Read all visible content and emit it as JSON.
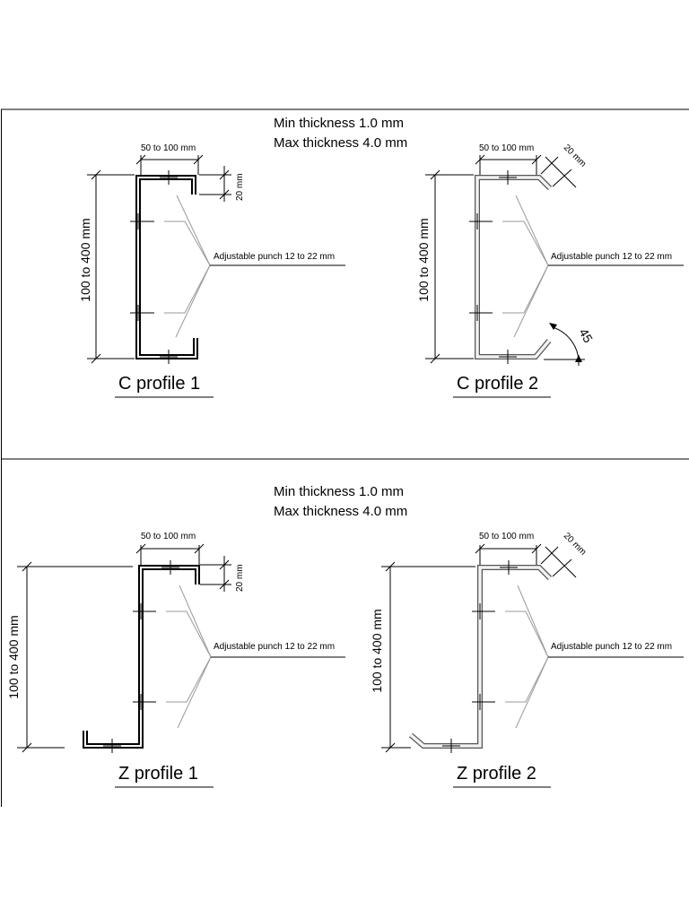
{
  "panels": [
    {
      "heading_line1": "Min thickness 1.0 mm",
      "heading_line2": "Max thickness 4.0 mm",
      "profiles": [
        {
          "label": "C profile 1",
          "flange_dim": "50 to 100 mm",
          "lip_dim": "20  mm",
          "height_dim": "100 to 400 mm",
          "punch_note": "Adjustable punch 12 to 22 mm"
        },
        {
          "label": "C profile 2",
          "flange_dim": "50 to 100 mm",
          "lip_dim": "20  mm",
          "height_dim": "100 to 400 mm",
          "punch_note": "Adjustable punch 12 to 22 mm",
          "angle_dim": "45"
        }
      ]
    },
    {
      "heading_line1": "Min thickness 1.0 mm",
      "heading_line2": "Max thickness 4.0 mm",
      "profiles": [
        {
          "label": "Z profile 1",
          "flange_dim": "50 to 100 mm",
          "lip_dim": "20  mm",
          "height_dim": "100 to 400 mm",
          "punch_note": "Adjustable punch 12 to 22 mm"
        },
        {
          "label": "Z profile 2",
          "flange_dim": "50 to 100 mm",
          "lip_dim": "20  mm",
          "height_dim": "100 to 400 mm",
          "punch_note": "Adjustable punch 12 to 22 mm"
        }
      ]
    }
  ],
  "colors": {
    "line": "#000000",
    "leader": "#9a9a9a",
    "profile_2_outline": "#555555",
    "profile_2_fill": "#f2f2f2"
  }
}
